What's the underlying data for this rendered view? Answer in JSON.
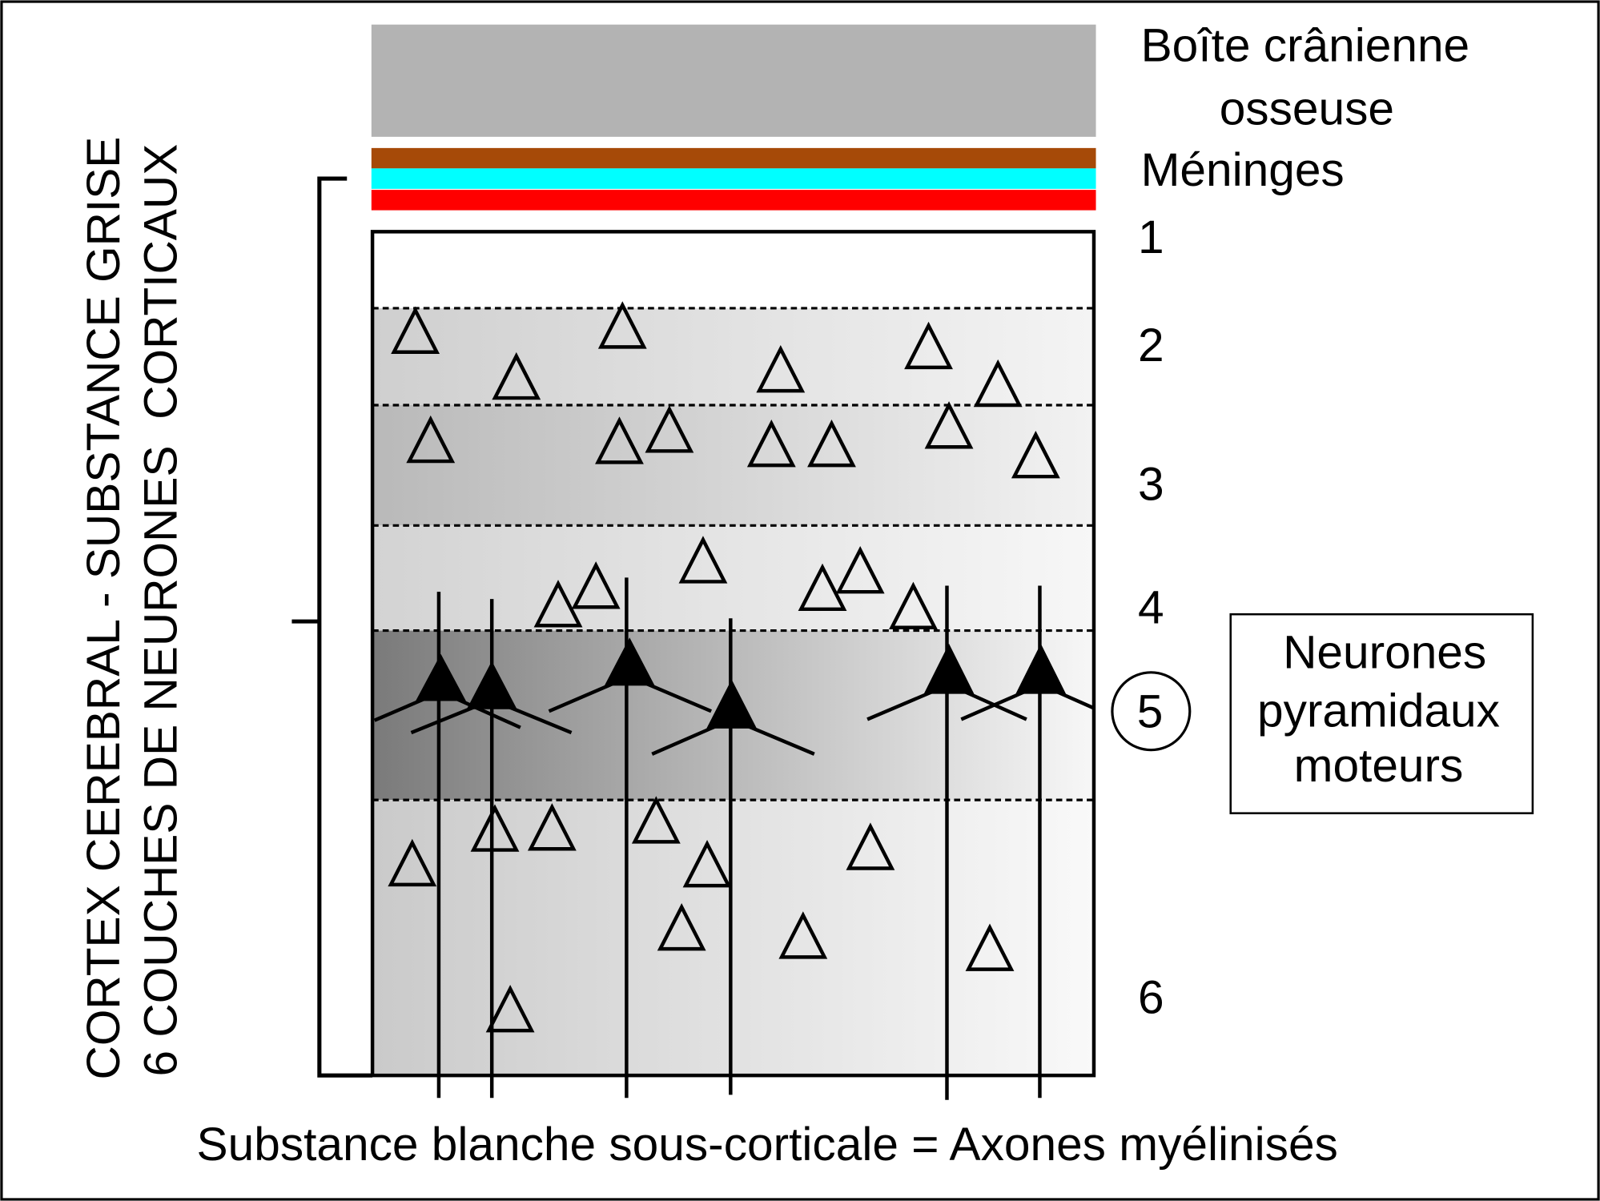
{
  "skull": {
    "label_line1": "Boîte crânienne",
    "label_line2": "osseuse",
    "color": "#b3b3b3"
  },
  "meninges": {
    "label": "Méninges",
    "colors": [
      "#a64a08",
      "#00ffff",
      "#ff0000"
    ]
  },
  "cortex": {
    "title_line1": "CORTEX CEREBRAL - SUBSTANCE GRISE",
    "title_line2": "6 COUCHES DE NEURONES  CORTICAUX",
    "layers": [
      "1",
      "2",
      "3",
      "4",
      "5",
      "6"
    ]
  },
  "callout": {
    "line1": "Neurones",
    "line2": "pyramidaux",
    "line3": "moteurs"
  },
  "white_matter": {
    "label": "Substance blanche sous-corticale = Axones myélinisés"
  }
}
